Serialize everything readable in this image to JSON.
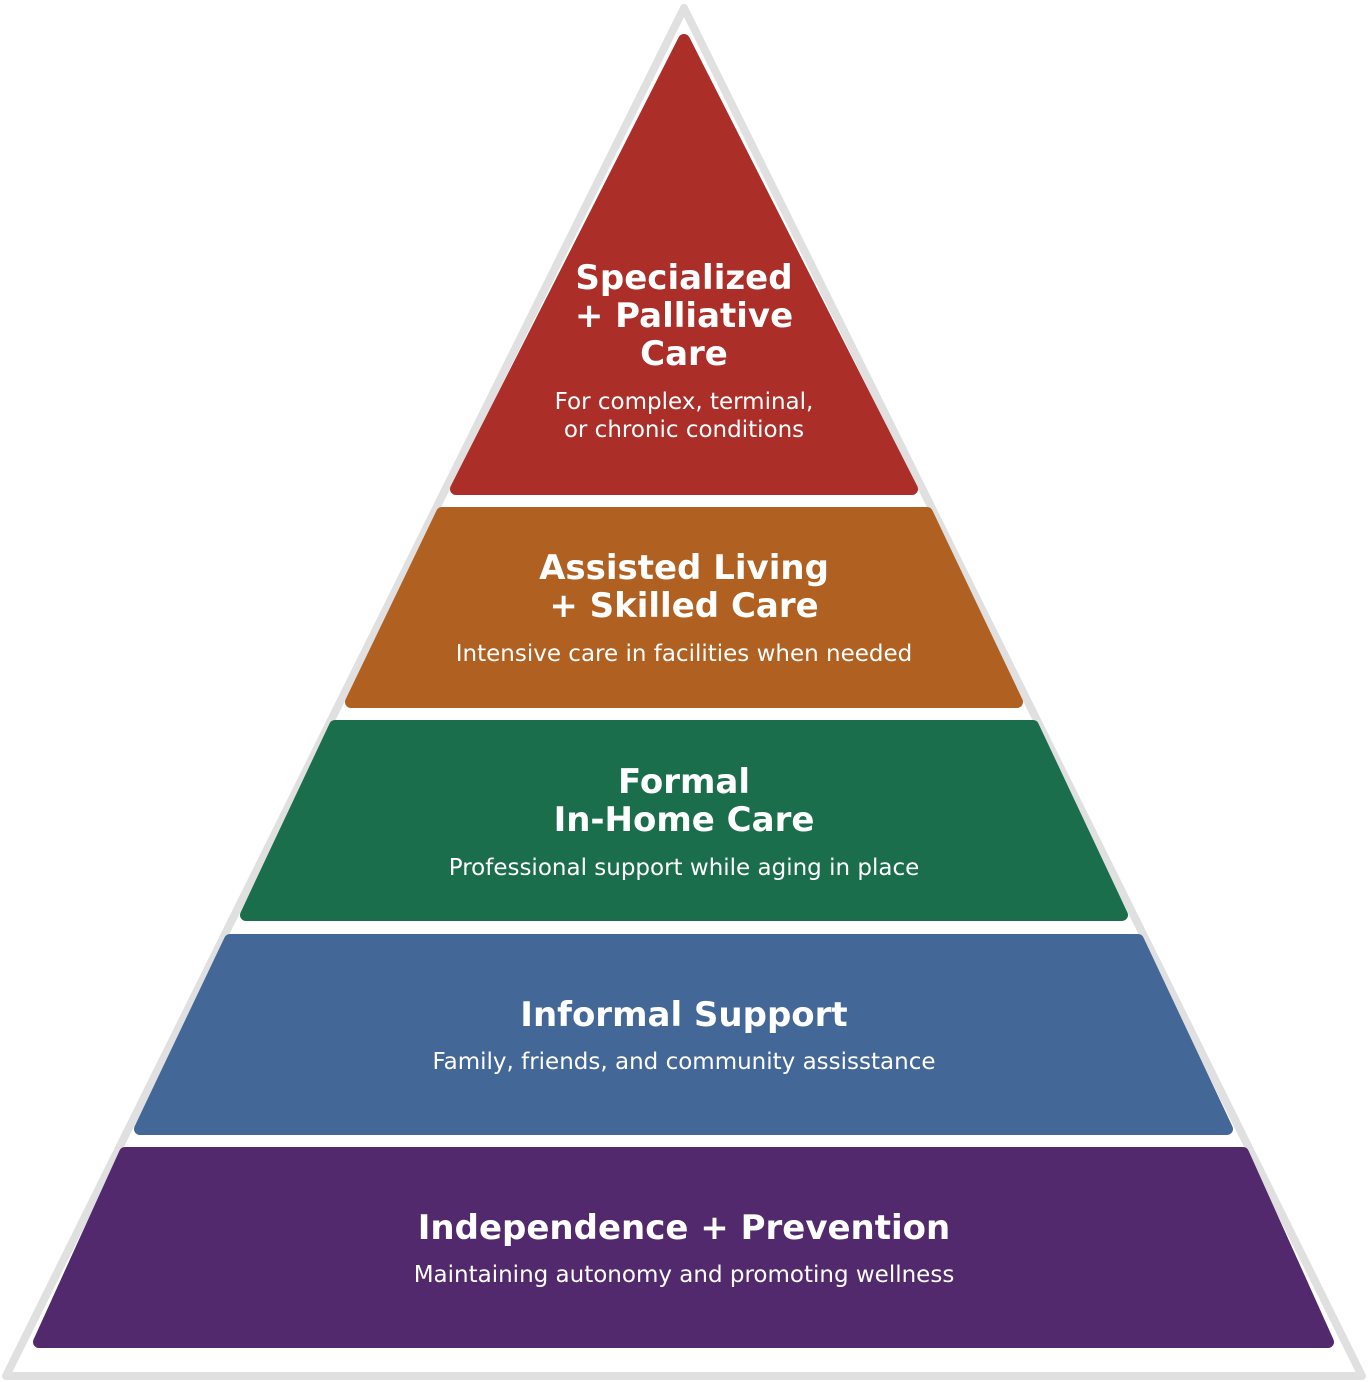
{
  "diagram": {
    "layers": [
      {
        "title": [
          "Specialized",
          "+ Palliative",
          "Care"
        ],
        "subtitle": [
          "For complex, terminal,",
          "or chronic conditions"
        ],
        "color": "#ab2e28"
      },
      {
        "title": [
          "Assisted Living",
          "+ Skilled Care"
        ],
        "subtitle": [
          "Intensive care in facilities when needed"
        ],
        "color": "#b06020"
      },
      {
        "title": [
          "Formal",
          "In-Home Care"
        ],
        "subtitle": [
          "Professional support while aging in place"
        ],
        "color": "#1b6e4b"
      },
      {
        "title": [
          "Informal Support"
        ],
        "subtitle": [
          "Family, friends, and community assisstance"
        ],
        "color": "#436796"
      },
      {
        "title": [
          "Independence + Prevention"
        ],
        "subtitle": [
          "Maintaining autonomy and promoting wellness"
        ],
        "color": "#53296d"
      }
    ],
    "outline_color": "#e0e0e0"
  }
}
